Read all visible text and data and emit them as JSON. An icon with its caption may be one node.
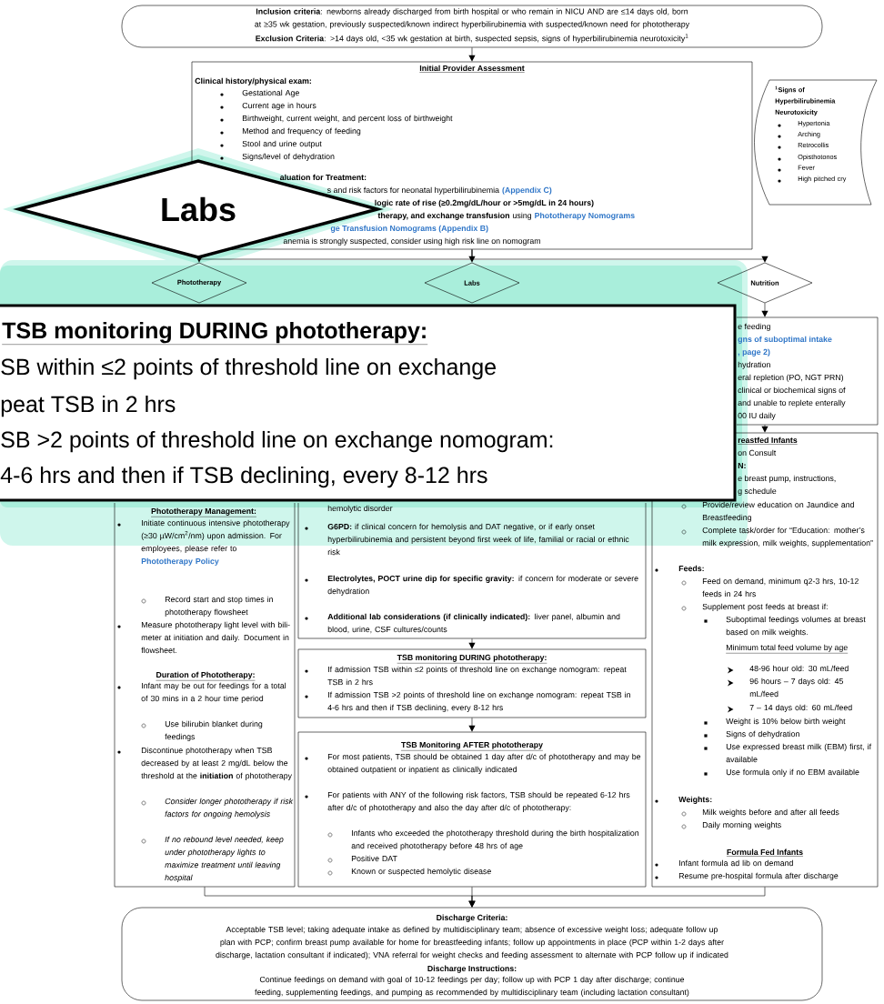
{
  "diagram": {
    "nodes": [
      {
        "text": [
          "**Inclusion criteria**: newborns already discharged from birth hospital or who remain in NICU AND are ≤14 days old, born at ≥35 wk gestation, previously suspected/known indirect hyperbilirubinemia with suspected/known need for phototherapy",
          "**Exclusion Criteria**: >14 days old, <35 wk gestation at birth, suspected sepsis, signs of hyperbilirubinemia neurotoxicity$^{1}$"
        ]
      },
      {
        "text": [
          "Initial Provider Assessment",
          "Clinical history/physical exam:",
          "Gestational Age",
          "Current age in hours",
          "Birthweight, current weight, and percent loss of birthweight",
          "Method and frequency of feeding",
          "Stool and urine output",
          "Signs/level of dehydration",
          "aluation for Treatment:",
          "s and risk factors for neonatal hyperbilirubinemia",
          "(Appendix C)",
          "logic rate of rise (≥0.2mg/dL/hour or >5mg/dL in 24 hours)",
          "therapy, and exchange transfusion",
          "using",
          "Phototherapy Nomograms",
          "ge Transfusion Nomograms (Appendix B)",
          "anemia is strongly suspected, consider using high risk line on nomogram"
        ]
      },
      {
        "text": [
          "$^{1}$Signs of Hyperbilirubinemia Neurotoxicity",
          "Hypertonia",
          "Arching",
          "Retrocollis",
          "Opisthotonos",
          "Fever",
          "High pitched cry"
        ]
      },
      {
        "text": [
          "Labs"
        ]
      },
      {
        "text": [
          "Phototherapy"
        ]
      },
      {
        "text": [
          "Labs"
        ]
      },
      {
        "text": [
          "Nutrition"
        ]
      },
      {
        "text": [
          "TSB monitoring DURING phototherapy:",
          "SB within ≤2 points of threshold line on exchange",
          "peat TSB in 2 hrs",
          "SB >2 points of threshold line on exchange nomogram:",
          "4-6 hrs and then if TSB declining, every 8-12 hrs"
        ]
      },
      {
        "text": [
          "Phototherapy Management:",
          "Initiate continuous intensive phototherapy (≥30 µW/cm$^{2}$/nm) upon admission. For employees, please refer to",
          "Phototherapy Policy",
          "Record start and stop times in phototherapy flowsheet",
          "Measure phototherapy light level with bili-meter at initiation and daily. Document in flowsheet.",
          "Duration of Phototherapy:",
          "Infant may be out for feedings for a total of 30 mins in a 2 hour time period",
          "Use bilirubin blanket during feedings",
          "Discontinue phototherapy when TSB decreased by at least 2 mg/dL below the threshold at the **initiation** of phototherapy",
          "Consider longer phototherapy if risk factors for ongoing hemolysis",
          "If no rebound level needed, keep under phototherapy lights to maximize treatment until leaving hospital"
        ]
      },
      {
        "text": [
          "hemolytic disorder",
          "**G6PD:** if clinical concern for hemolysis and DAT negative, or if early onset hyperbilirubinemia and persistent beyond first week of life, familial or racial or ethnic risk",
          "**Electrolytes, POCT urine dip for specific gravity:** if concern for moderate or severe dehydration",
          "**Additional lab considerations (if clinically indicated):** liver panel, albumin and blood, urine, CSF cultures/counts"
        ]
      },
      {
        "text": [
          "TSB monitoring DURING phototherapy:",
          "If admission TSB within ≤2 points of threshold line on exchange nomogram: repeat TSB in 2 hrs",
          "If admission TSB >2 points of threshold line on exchange nomogram: repeat TSB in 4-6 hrs and then if TSB declining, every 8-12 hrs"
        ]
      },
      {
        "text": [
          "TSB Monitoring AFTER phototherapy",
          "For most patients, TSB should be obtained 1 day after d/c of phototherapy and may be obtained outpatient or inpatient as clinically indicated",
          "For patients with ANY of the following risk factors, TSB should be repeated 6-12 hrs after d/c of phototherapy and also the day after d/c of phototherapy:",
          "Infants who exceeded the phototherapy threshold during the birth hospitalization and received phototherapy before 48 hrs of age",
          "Positive DAT",
          "Known or suspected hemolytic disease"
        ]
      },
      {
        "text": [
          "e feeding",
          "gns of suboptimal intake",
          ", page 2)",
          "hydration",
          "eral repletion (PO, NGT PRN)",
          "clinical or biochemical signs of",
          "and unable to replete enterally",
          "00 IU daily"
        ]
      },
      {
        "text": [
          "reastfed Infants",
          "on Consult",
          "N:",
          "e breast pump, instructions,",
          "g schedule",
          "Provide/review education on Jaundice and Breastfeeding",
          "Complete task/order for “Education: mother’s milk expression, milk weights, supplementation”",
          "Feeds:",
          "Feed on demand, minimum q2-3 hrs, 10-12 feeds in 24 hrs",
          "Supplement post feeds at breast if:",
          "Suboptimal feedings volumes at breast based on milk weights.",
          "Minimum total feed volume by age",
          "48-96 hour old: 30 mL/feed",
          "96 hours – 7 days old: 45 mL/feed",
          "7 – 14 days old: 60 mL/feed",
          "Weight is 10% below birth weight",
          "Signs of dehydration",
          "Use expressed breast milk (EBM) first, if available",
          "Use formula only if no EBM available",
          "Weights:",
          "Milk weights before and after all feeds",
          "Daily morning weights",
          "Formula Fed Infants",
          "Infant formula ad lib on demand",
          "Resume pre-hospital formula after discharge"
        ]
      },
      {
        "text": [
          "Discharge Criteria:",
          "Acceptable TSB level; taking adequate intake as defined by multidisciplinary team; absence of excessive weight loss; adequate follow up plan with PCP; confirm breast pump available for home for breastfeeding infants; follow up appointments in place (PCP within 1-2 days after discharge, lactation consultant if indicated); VNA referral for weight checks and feeding assessment to alternate with PCP follow up if indicated",
          "Discharge Instructions:",
          "Continue feedings on demand with goal of 10-12 feedings per day; follow up with PCP 1 day after discharge; continue feeding, supplementing feedings, and pumping as recommended by multidisciplinary team (including lactation consultant)"
        ]
      }
    ],
    "edges": [
      {
        "from": 0,
        "to": 1,
        "arrow": "to"
      },
      {
        "from": 1,
        "to": 4,
        "arrow": "to"
      },
      {
        "from": 1,
        "to": 5,
        "arrow": "to"
      },
      {
        "from": 1,
        "to": 6,
        "arrow": "to"
      },
      {
        "from": 6,
        "to": 12,
        "arrow": "to"
      },
      {
        "from": 12,
        "to": 13,
        "arrow": "to"
      },
      {
        "from": 9,
        "to": 10,
        "arrow": "to"
      },
      {
        "from": 10,
        "to": 11,
        "arrow": "to"
      },
      {
        "from": 8,
        "to": 14,
        "arrow": "to"
      },
      {
        "from": 11,
        "to": 14,
        "arrow": "to"
      },
      {
        "from": 13,
        "to": 14,
        "arrow": "to"
      }
    ]
  }
}
